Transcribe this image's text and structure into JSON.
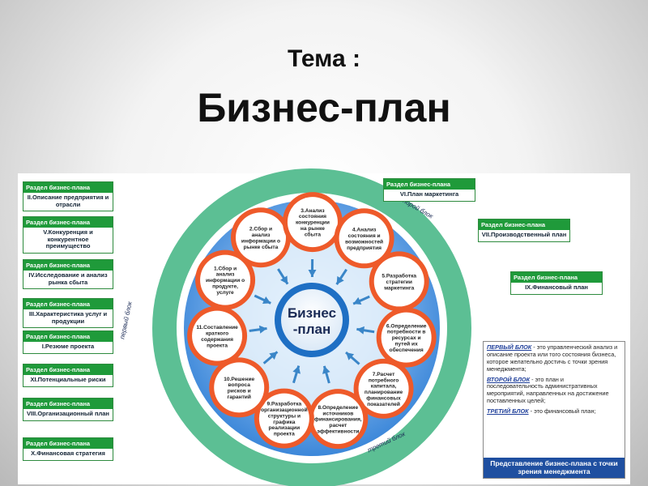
{
  "title": {
    "line1": "Тема :",
    "line2": "Бизнес-план"
  },
  "center_label": [
    "Бизнес",
    "-план"
  ],
  "section_header": "Раздел бизнес-плана",
  "sections": [
    "II.Описание предприятия и отрасли",
    "V.Конкуренция и конкурентное преимущество",
    "IV.Исследование и анализ рынка сбыта",
    "III.Характеристика услуг и продукции",
    "I.Резюме проекта",
    "XI.Потенциальные риски",
    "VIII.Организационный план",
    "X.Финансовая стратегия",
    "VI.План маркетинга",
    "VII.Производственный план",
    "IX.Финансовый план"
  ],
  "steps": [
    "1.Сбор и анализ информации о продукте, услуге",
    "2.Сбор и анализ информации о рынке сбыта",
    "3.Анализ состояния конкуренции на рынке сбыта",
    "4.Анализ состояния и возможностей предприятия",
    "5.Разработка стратегии маркетинга",
    "6.Определение потребности в ресурсах и путей их обеспечения",
    "7.Расчет потребного капитала, планирование финансовых показателей",
    "8.Определение источников финансирования, расчет эффективности",
    "9.Разработка организационной структуры и графика реализации проекта",
    "10.Решение вопроса рисков и гарантий",
    "11.Составление краткого содержания проекта"
  ],
  "blocks": [
    "первый блок",
    "второй блок",
    "третий блок"
  ],
  "legend": {
    "b1_key": "ПЕРВЫЙ БЛОК",
    "b1_text": " - это управленческий анализ и описание проекта или того состояния бизнеса, которое желательно достичь с точки зрения менеджмента;",
    "b2_key": "ВТОРОЙ БЛОК",
    "b2_text": " - это план и последовательность административных мероприятий, направленных на достижение поставленных целей;",
    "b3_key": "ТРЕТИЙ БЛОК",
    "b3_text": " - это финансовый план;",
    "footer": "Представление бизнес-плана с точки зрения менеджмента"
  },
  "colors": {
    "green": "#1f9a3a",
    "ring": "#5cbf94",
    "blue_center": "#1e6fc4",
    "orange": "#ee5a2a",
    "dark_blue": "#1f4fa0"
  }
}
